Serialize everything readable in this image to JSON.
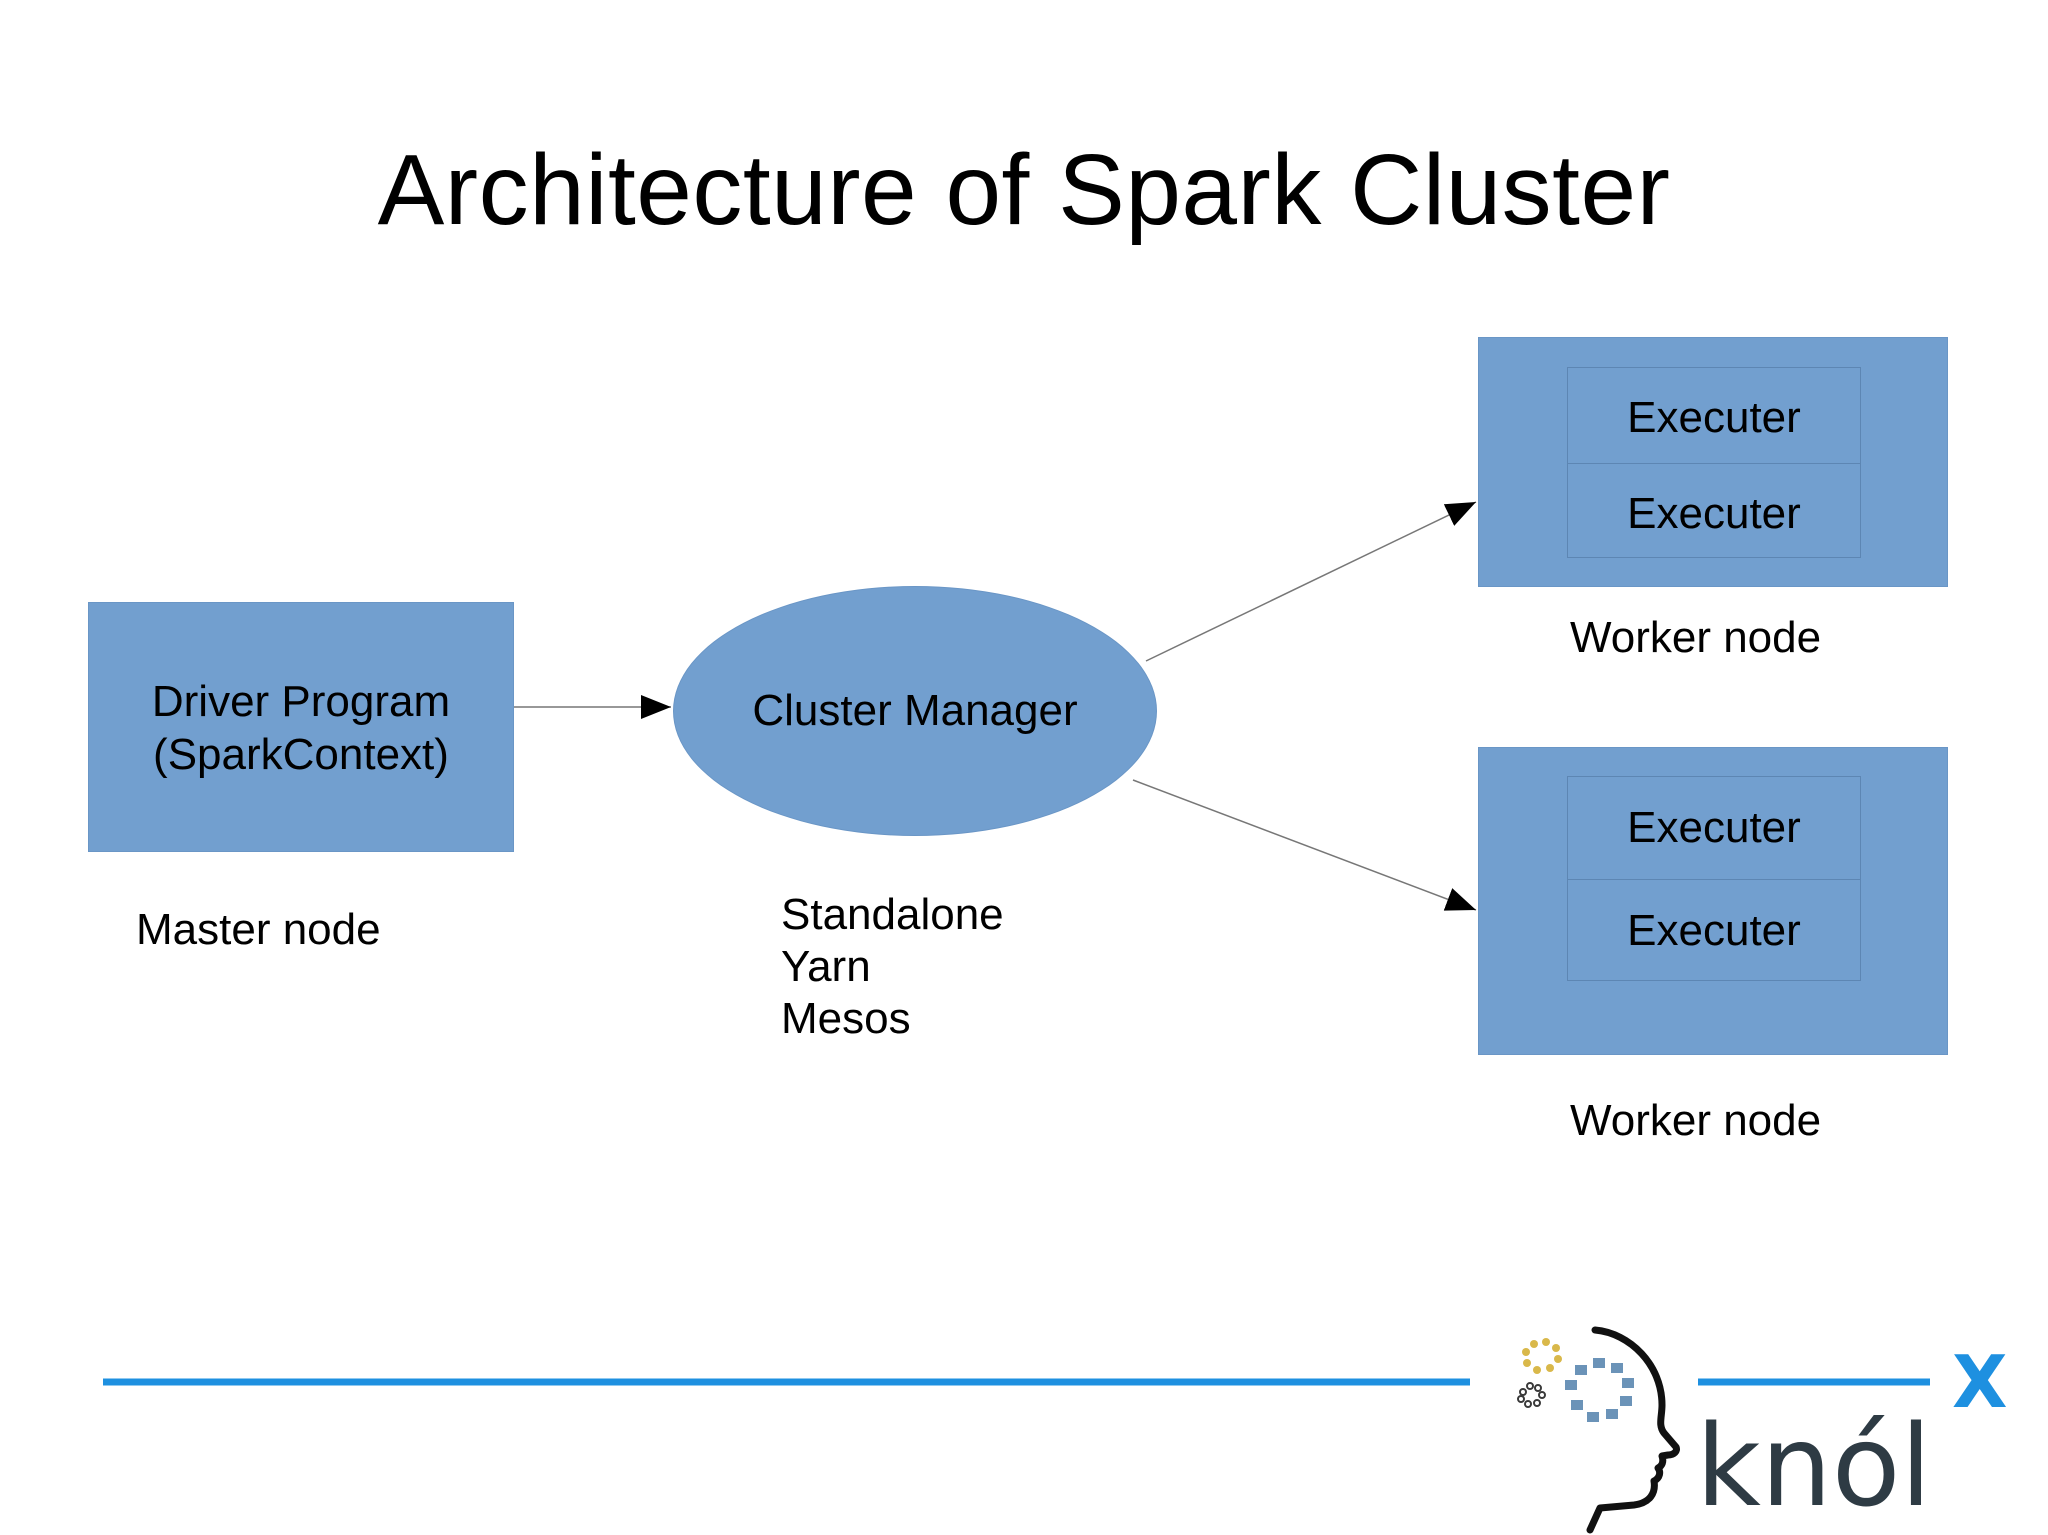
{
  "title": "Architecture of Spark Cluster",
  "driver": {
    "line1": "Driver Program",
    "line2": "(SparkContext)"
  },
  "master_node_label": "Master node",
  "cluster_manager": {
    "label": "Cluster Manager",
    "types": [
      "Standalone",
      "Yarn",
      "Mesos"
    ]
  },
  "workers": [
    {
      "label": "Worker node",
      "executors": [
        "Executer",
        "Executer"
      ]
    },
    {
      "label": "Worker node",
      "executors": [
        "Executer",
        "Executer"
      ]
    }
  ],
  "logo": {
    "text": "knól",
    "superscript": "X"
  },
  "colors": {
    "box_fill": "#729fcf",
    "rule_line": "#1e90e0",
    "arrow": "#000000",
    "logo_text": "#2e3b44",
    "logo_accent": "#1e90e0",
    "gear_yellow": "#d9b84a",
    "gear_blue": "#6b93b8"
  }
}
